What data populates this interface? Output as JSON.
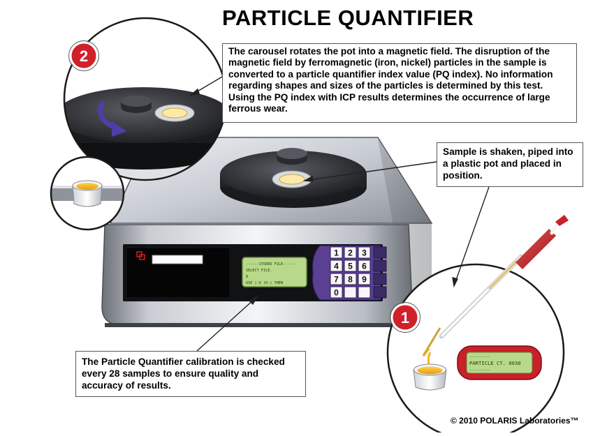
{
  "title": "PARTICLE QUANTIFIER",
  "callouts": {
    "carousel": "The carousel rotates the pot into a magnetic field. The disruption of the magnetic field by ferromagnetic (iron, nickel) particles in the sample is converted to a particle quantifier index value (PQ index). No information regarding shapes and sizes of the particles is determined by this test. Using the PQ index with ICP results determines the occurrence of large ferrous wear.",
    "sample": "Sample is shaken, piped into a plastic pot and placed in position.",
    "calibration": "The Particle Quantifier calibration is checked every 28 samples to ensure quality and accuracy of results."
  },
  "badges": {
    "step1": "1",
    "step2": "2"
  },
  "device_lcd": {
    "line1": "------STORED FILE------",
    "line2": "SELECT FILE.",
    "line3": "8",
    "line4": "USE (-D (D-) THEN"
  },
  "keypad": [
    "1",
    "2",
    "3",
    "4",
    "5",
    "6",
    "7",
    "8",
    "9",
    "0"
  ],
  "reader_lcd": {
    "line1": "--------",
    "line2": "PARTICLE CT. 0030",
    "line3": "--------"
  },
  "copyright": "© 2010 POLARIS Laboratories™",
  "colors": {
    "badge_red": "#d0202a",
    "lcd_green": "#b9d98a",
    "keypad_purple": "#5a3f93",
    "arrow_blue": "#4b3fa8",
    "pot_yellow": "#f4b324"
  }
}
